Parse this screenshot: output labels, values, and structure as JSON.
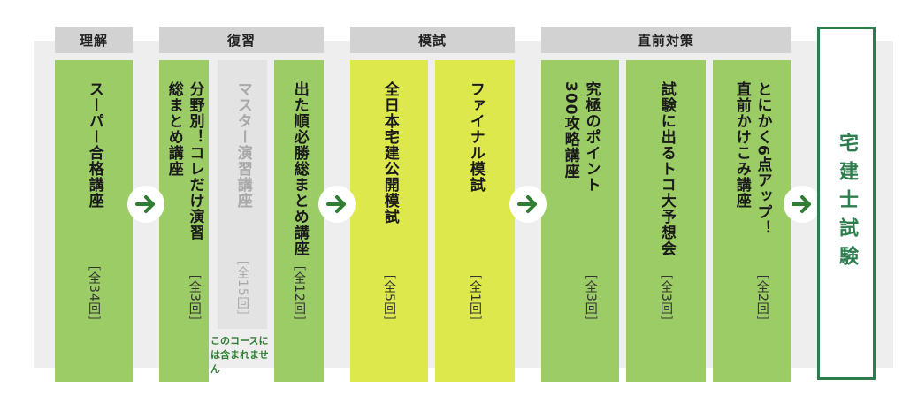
{
  "headers": [
    {
      "label": "理解"
    },
    {
      "label": "復習"
    },
    {
      "label": "模試"
    },
    {
      "label": "直前対策"
    }
  ],
  "courses": [
    {
      "lines": [
        "スーパー合格講座"
      ],
      "count": "［全34回］",
      "color": "#9ccc65"
    },
    {
      "lines": [
        "分野別！コレだけ演習",
        "総まとめ講座"
      ],
      "count": "［全3回］",
      "color": "#9ccc65"
    },
    {
      "lines": [
        "マスター演習講座"
      ],
      "count": "［全15回］",
      "color": "#e3e3e3"
    },
    {
      "lines": [
        "出た順必勝総まとめ講座"
      ],
      "count": "［全12回］",
      "color": "#9ccc65"
    },
    {
      "lines": [
        "全日本宅建公開模試"
      ],
      "count": "［全5回］",
      "color": "#dde84c"
    },
    {
      "lines": [
        "ファイナル模試"
      ],
      "count": "［全1回］",
      "color": "#dde84c"
    },
    {
      "lines": [
        "究極のポイント",
        "300攻略講座"
      ],
      "count": "［全3回］",
      "color": "#9ccc65"
    },
    {
      "lines": [
        "試験に出るトコ大予想会"
      ],
      "count": "［全3回］",
      "color": "#9ccc65"
    },
    {
      "lines": [
        "とにかく6点アップ！",
        "直前かけこみ講座"
      ],
      "count": "［全2回］",
      "color": "#9ccc65"
    }
  ],
  "note": "このコースには含まれません",
  "goal": "宅建士試験",
  "icons": {
    "arrow": "arrow-right-icon"
  },
  "colors": {
    "arrow": "#2e7d32",
    "goal_border": "#2e7d4f"
  }
}
